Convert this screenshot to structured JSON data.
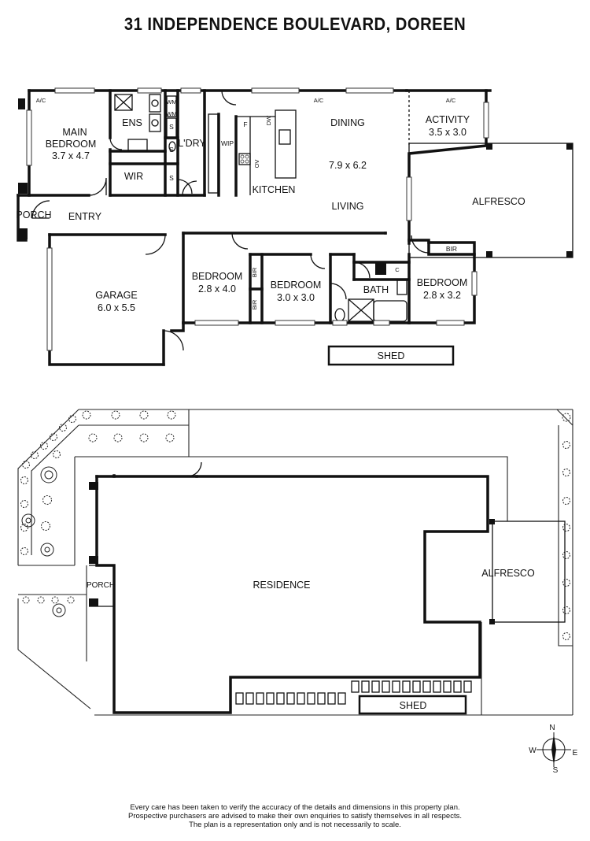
{
  "title": "31 INDEPENDENCE BOULEVARD, DOREEN",
  "floorplan": {
    "rooms": {
      "main_bedroom_name_1": "MAIN",
      "main_bedroom_name_2": "BEDROOM",
      "main_bedroom_size": "3.7 x 4.7",
      "ens": "ENS",
      "wir": "WIR",
      "laundry": "L'DRY",
      "wip": "WIP",
      "kitchen": "KITCHEN",
      "dining": "DINING",
      "dining_size": "7.9 x 6.2",
      "living": "LIVING",
      "activity": "ACTIVITY",
      "activity_size": "3.5 x 3.0",
      "alfresco": "ALFRESCO",
      "porch": "PORCH",
      "entry": "ENTRY",
      "garage": "GARAGE",
      "garage_size": "6.0 x 5.5",
      "bedroom2_name": "BEDROOM",
      "bedroom2_size": "2.8 x 4.0",
      "bedroom3_name": "BEDROOM",
      "bedroom3_size": "3.0 x 3.0",
      "bath": "BATH",
      "bedroom4_name": "BEDROOM",
      "bedroom4_size": "2.8 x 3.2",
      "shed": "SHED"
    },
    "fixtures": {
      "ac": "A/C",
      "wm": "WM",
      "s": "S",
      "f": "F",
      "dw": "DW",
      "ov": "OV",
      "bir": "BIR",
      "c": "C"
    }
  },
  "siteplan": {
    "residence": "RESIDENCE",
    "alfresco": "ALFRESCO",
    "porch": "PORCH",
    "shed": "SHED"
  },
  "compass": {
    "n": "N",
    "e": "E",
    "s": "S",
    "w": "W"
  },
  "disclaimer": [
    "Every care has been taken to verify the accuracy of the details and dimensions in this property plan.",
    "Prospective purchasers are advised to make their own enquiries to satisfy themselves in all respects.",
    "The plan is a representation only and is not necessarily to scale."
  ]
}
